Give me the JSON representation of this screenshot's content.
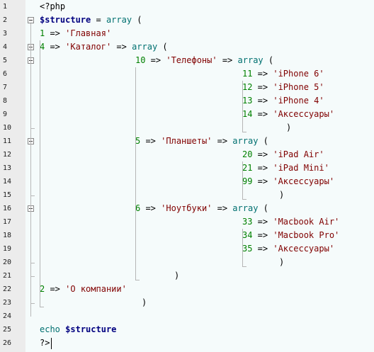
{
  "editor": {
    "line_numbers": [
      "1",
      "2",
      "3",
      "4",
      "5",
      "6",
      "7",
      "8",
      "9",
      "10",
      "11",
      "12",
      "13",
      "14",
      "15",
      "16",
      "17",
      "18",
      "19",
      "20",
      "21",
      "22",
      "23",
      "24",
      "25",
      "26"
    ],
    "lines": [
      [
        {
          "t": "<?php",
          "c": "op"
        }
      ],
      [
        {
          "t": "$structure",
          "c": "var"
        },
        {
          "t": " = ",
          "c": "op"
        },
        {
          "t": "array",
          "c": "kw"
        },
        {
          "t": " (",
          "c": "op"
        }
      ],
      [
        {
          "t": "1",
          "c": "num"
        },
        {
          "t": " => ",
          "c": "op"
        },
        {
          "t": "'Главная'",
          "c": "str"
        }
      ],
      [
        {
          "t": "4",
          "c": "num"
        },
        {
          "t": " => ",
          "c": "op"
        },
        {
          "t": "'Каталог'",
          "c": "str"
        },
        {
          "t": " => ",
          "c": "op"
        },
        {
          "t": "array",
          "c": "kw"
        },
        {
          "t": " (",
          "c": "op"
        }
      ],
      [
        {
          "t": "10",
          "c": "num"
        },
        {
          "t": " => ",
          "c": "op"
        },
        {
          "t": "'Телефоны'",
          "c": "str"
        },
        {
          "t": " => ",
          "c": "op"
        },
        {
          "t": "array",
          "c": "kw"
        },
        {
          "t": " (",
          "c": "op"
        }
      ],
      [
        {
          "t": "11",
          "c": "num"
        },
        {
          "t": " => ",
          "c": "op"
        },
        {
          "t": "'iPhone 6'",
          "c": "str"
        }
      ],
      [
        {
          "t": "12",
          "c": "num"
        },
        {
          "t": " => ",
          "c": "op"
        },
        {
          "t": "'iPhone 5'",
          "c": "str"
        }
      ],
      [
        {
          "t": "13",
          "c": "num"
        },
        {
          "t": " => ",
          "c": "op"
        },
        {
          "t": "'iPhone 4'",
          "c": "str"
        }
      ],
      [
        {
          "t": "14",
          "c": "num"
        },
        {
          "t": " => ",
          "c": "op"
        },
        {
          "t": "'Аксессуары'",
          "c": "str"
        }
      ],
      [
        {
          "t": ")",
          "c": "op"
        }
      ],
      [
        {
          "t": "5",
          "c": "num"
        },
        {
          "t": " => ",
          "c": "op"
        },
        {
          "t": "'Планшеты'",
          "c": "str"
        },
        {
          "t": " => ",
          "c": "op"
        },
        {
          "t": "array",
          "c": "kw"
        },
        {
          "t": " (",
          "c": "op"
        }
      ],
      [
        {
          "t": "20",
          "c": "num"
        },
        {
          "t": " => ",
          "c": "op"
        },
        {
          "t": "'iPad Air'",
          "c": "str"
        }
      ],
      [
        {
          "t": "21",
          "c": "num"
        },
        {
          "t": " => ",
          "c": "op"
        },
        {
          "t": "'iPad Mini'",
          "c": "str"
        }
      ],
      [
        {
          "t": "99",
          "c": "num"
        },
        {
          "t": " => ",
          "c": "op"
        },
        {
          "t": "'Аксессуары'",
          "c": "str"
        }
      ],
      [
        {
          "t": ")",
          "c": "op"
        }
      ],
      [
        {
          "t": "6",
          "c": "num"
        },
        {
          "t": " => ",
          "c": "op"
        },
        {
          "t": "'Ноутбуки'",
          "c": "str"
        },
        {
          "t": " => ",
          "c": "op"
        },
        {
          "t": "array",
          "c": "kw"
        },
        {
          "t": " (",
          "c": "op"
        }
      ],
      [
        {
          "t": "33",
          "c": "num"
        },
        {
          "t": " => ",
          "c": "op"
        },
        {
          "t": "'Macbook Air'",
          "c": "str"
        }
      ],
      [
        {
          "t": "34",
          "c": "num"
        },
        {
          "t": " => ",
          "c": "op"
        },
        {
          "t": "'Macbook Pro'",
          "c": "str"
        }
      ],
      [
        {
          "t": "35",
          "c": "num"
        },
        {
          "t": " => ",
          "c": "op"
        },
        {
          "t": "'Аксессуары'",
          "c": "str"
        }
      ],
      [
        {
          "t": ")",
          "c": "op"
        }
      ],
      [
        {
          "t": ")",
          "c": "op"
        }
      ],
      [
        {
          "t": "2",
          "c": "num"
        },
        {
          "t": " => ",
          "c": "op"
        },
        {
          "t": "'О компании'",
          "c": "str"
        }
      ],
      [
        {
          "t": ")",
          "c": "op"
        }
      ],
      [],
      [
        {
          "t": "echo",
          "c": "kw"
        },
        {
          "t": " ",
          "c": "op"
        },
        {
          "t": "$structure",
          "c": "var"
        }
      ],
      [
        {
          "t": "?>",
          "c": "op"
        }
      ]
    ]
  },
  "colors": {
    "background": "#f5fbfb",
    "gutter": "#ececec",
    "variable": "#000080",
    "number": "#008000",
    "string": "#800000",
    "keyword": "#007070"
  }
}
